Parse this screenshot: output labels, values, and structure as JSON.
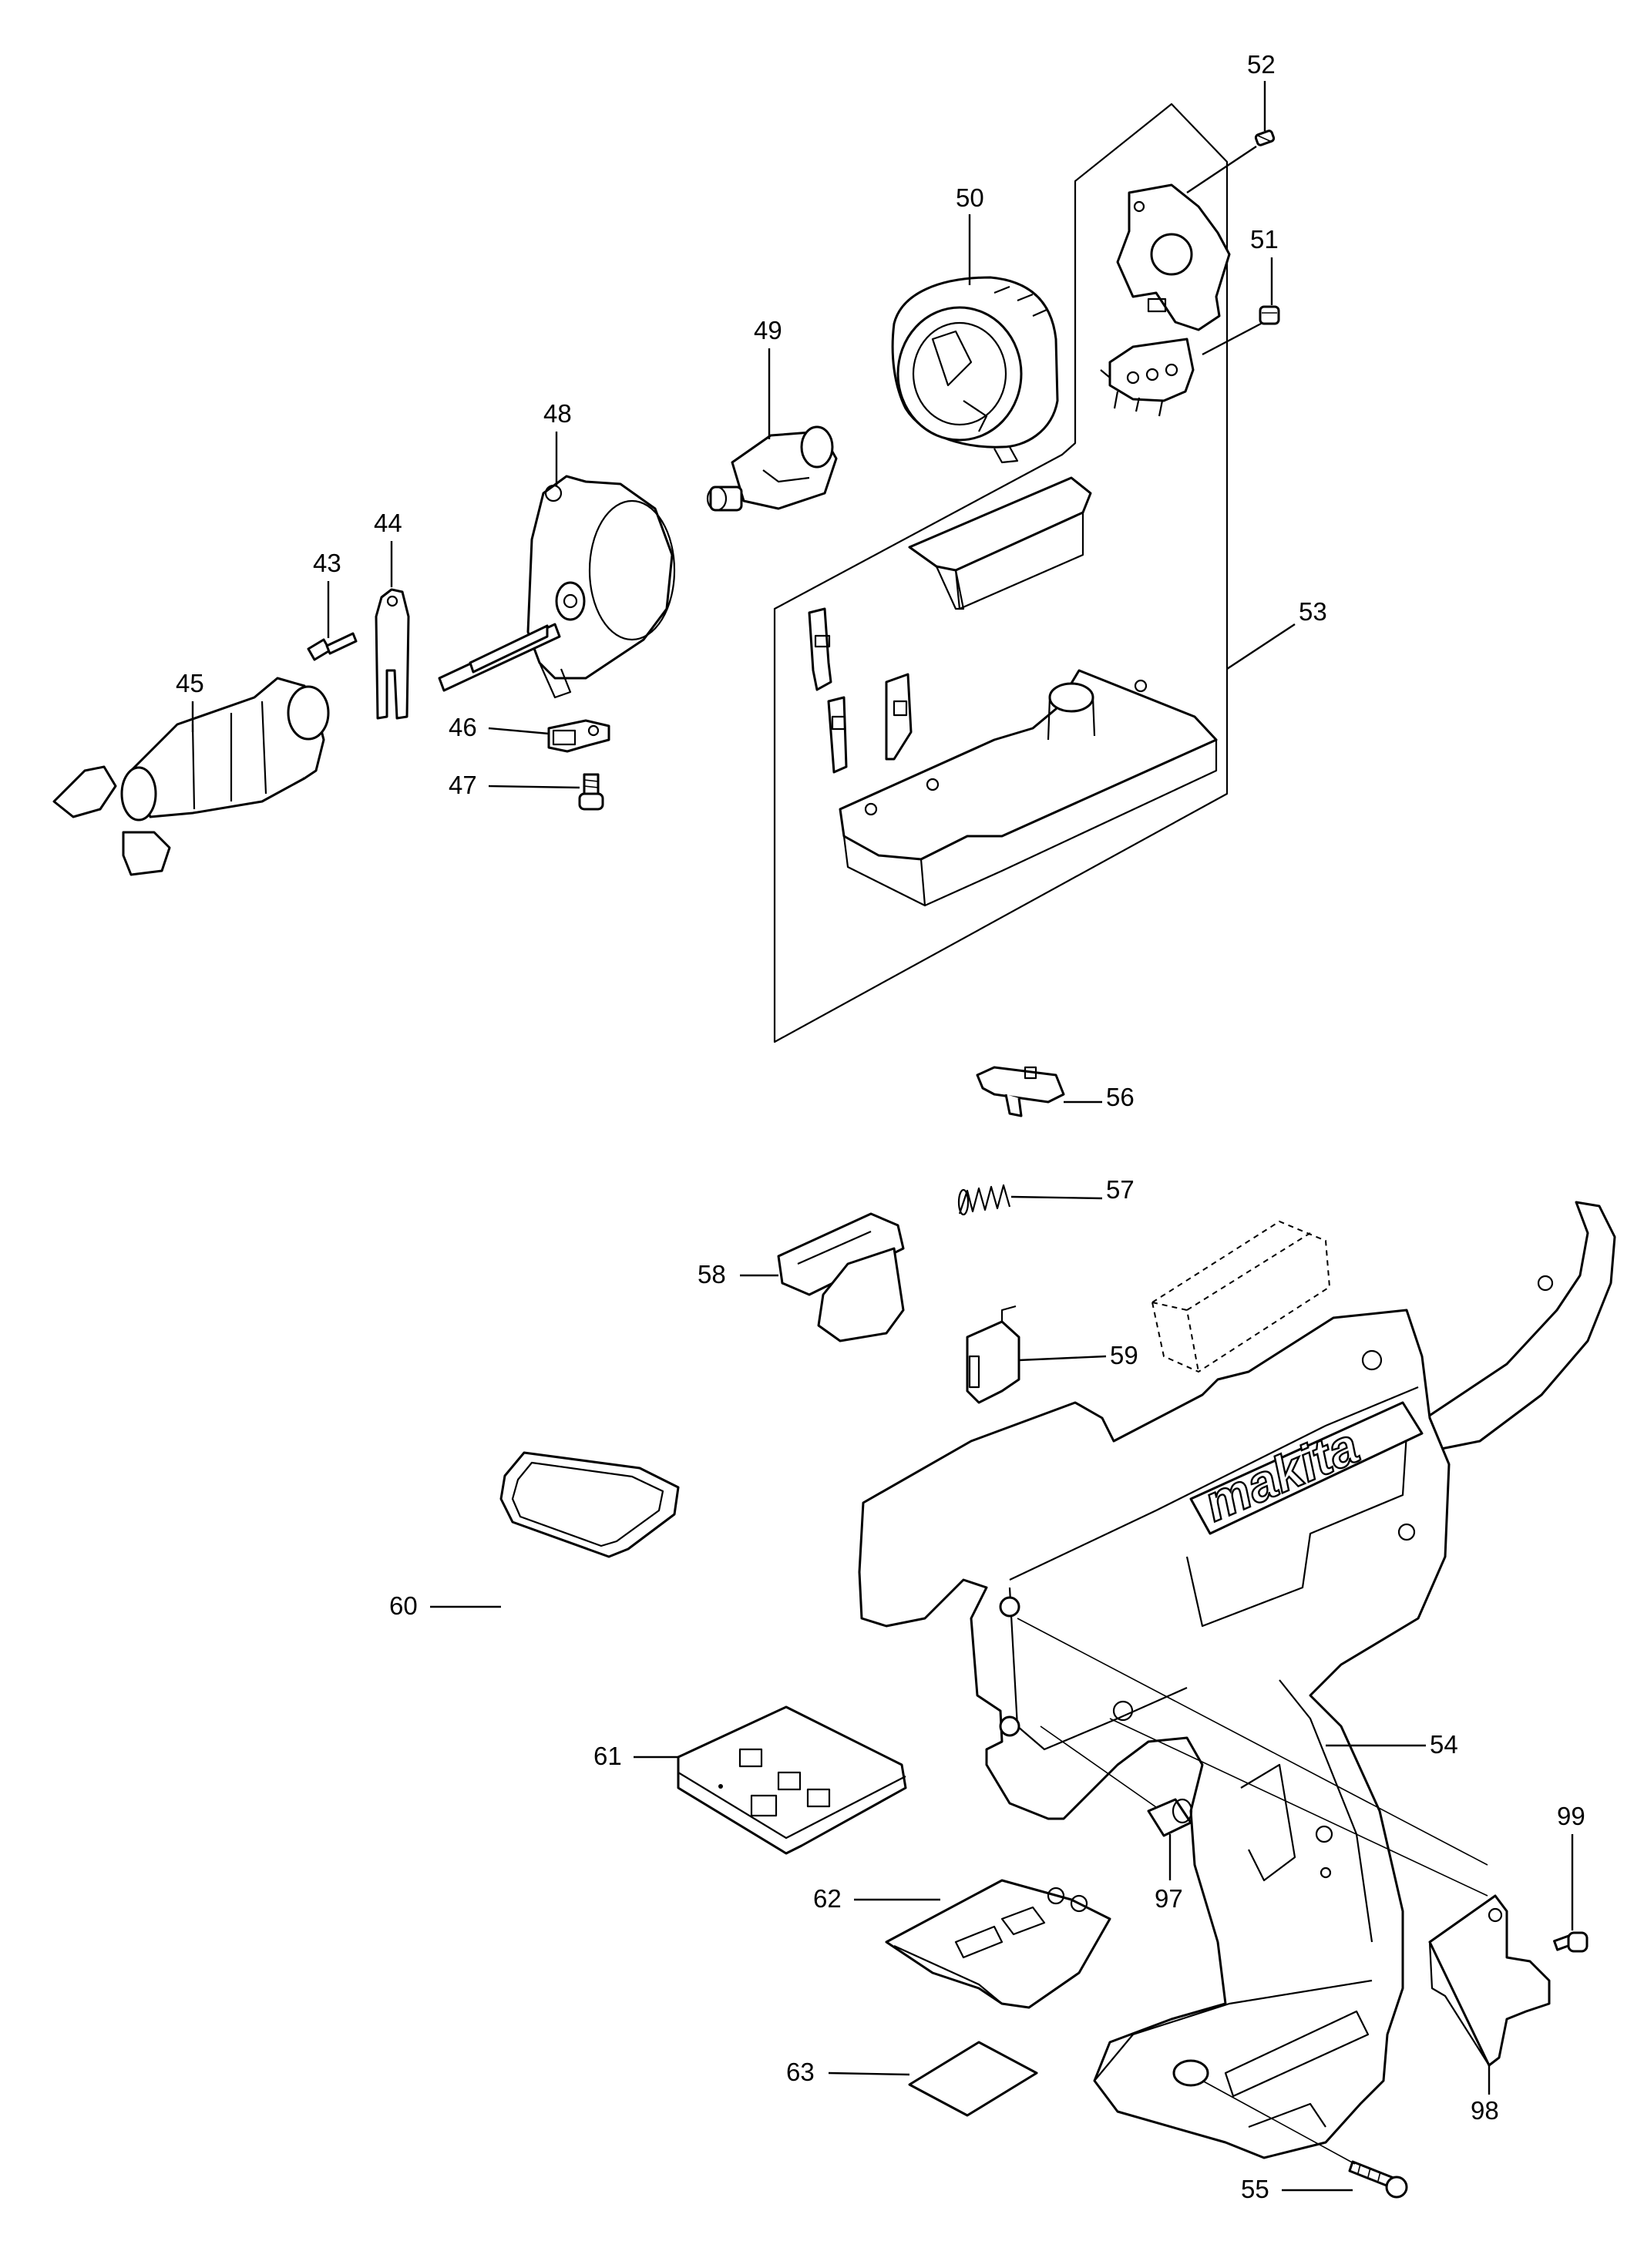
{
  "labels": {
    "p43": "43",
    "p44": "44",
    "p45": "45",
    "p46": "46",
    "p47": "47",
    "p48": "48",
    "p49": "49",
    "p50": "50",
    "p51": "51",
    "p52": "52",
    "p53": "53",
    "p54": "54",
    "p55": "55",
    "p56": "56",
    "p57": "57",
    "p58": "58",
    "p59": "59",
    "p60": "60",
    "p61": "61",
    "p62": "62",
    "p63": "63",
    "p97": "97",
    "p98": "98",
    "p99": "99"
  },
  "brand_mark": "makita",
  "colors": {
    "ink": "#000000",
    "paper": "#ffffff"
  }
}
